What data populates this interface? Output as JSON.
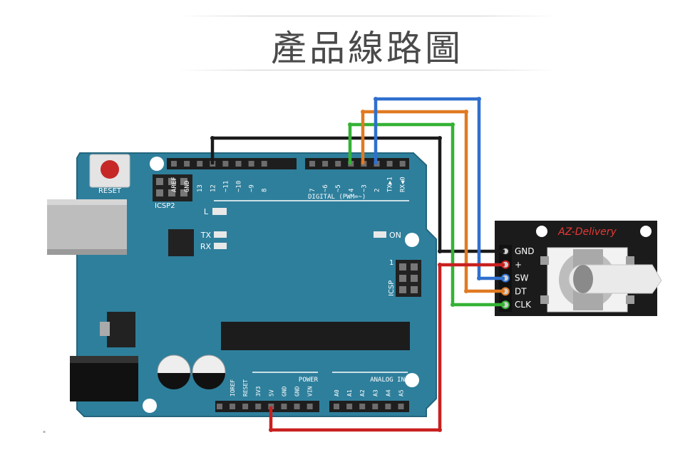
{
  "title": "產品線路圖",
  "arduino": {
    "reset_label": "RESET",
    "icsp2_label": "ICSP2",
    "icsp_label": "ICSP",
    "icsp_pin1": "1",
    "led_l": "L",
    "led_tx": "TX",
    "led_rx": "RX",
    "led_on": "ON",
    "digital_label": "DIGITAL (PWM=~)",
    "digital_pins": [
      "AREF",
      "GND",
      "13",
      "12",
      "~11",
      "~10",
      "~9",
      "8",
      "7",
      "~6",
      "~5",
      "4",
      "~3",
      "2",
      "TX▶1",
      "RX◀0"
    ],
    "power_label": "POWER",
    "power_pins": [
      "IOREF",
      "RESET",
      "3V3",
      "5V",
      "GND",
      "GND",
      "VIN"
    ],
    "analog_label": "ANALOG IN",
    "analog_pins": [
      "A0",
      "A1",
      "A2",
      "A3",
      "A4",
      "A5"
    ]
  },
  "encoder": {
    "brand": "AZ-Delivery",
    "pins": [
      "GND",
      "+",
      "SW",
      "DT",
      "CLK"
    ]
  },
  "wire_colors": {
    "gnd": "#1a1a1a",
    "vcc": "#c8201f",
    "sw": "#2f6fce",
    "dt": "#e07a22",
    "clk": "#34b234"
  },
  "board_color": "#2e7f9c",
  "footnote": "\""
}
